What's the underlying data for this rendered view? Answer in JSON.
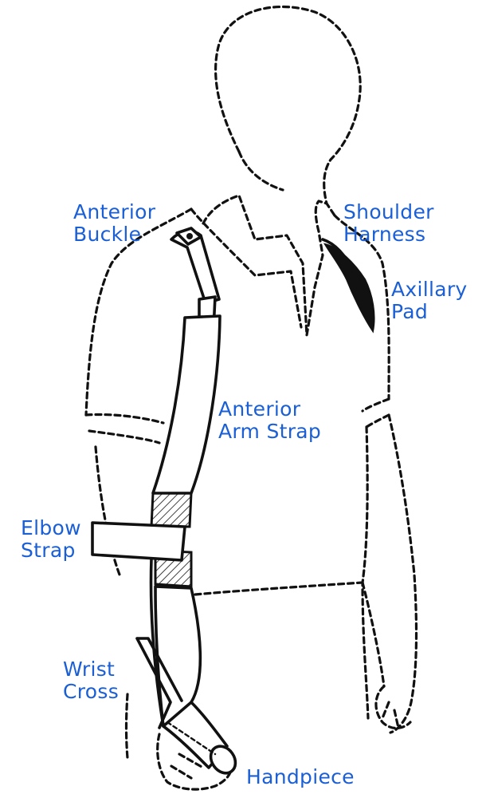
{
  "colors": {
    "label": "#1a5fd6",
    "line": "#111111",
    "background": "#ffffff"
  },
  "labels": {
    "anterior_buckle": {
      "line1": "Anterior",
      "line2": "Buckle"
    },
    "shoulder_harness": {
      "line1": "Shoulder",
      "line2": "Harness"
    },
    "axillary_pad": {
      "line1": "Axillary",
      "line2": "Pad"
    },
    "anterior_arm_strap": {
      "line1": "Anterior",
      "line2": "Arm Strap"
    },
    "elbow_strap": {
      "line1": "Elbow",
      "line2": "Strap"
    },
    "wrist_cross": {
      "line1": "Wrist",
      "line2": "Cross"
    },
    "handpiece": {
      "line1": "Handpiece"
    }
  }
}
